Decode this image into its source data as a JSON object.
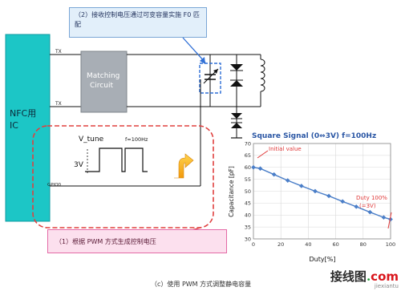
{
  "callouts": {
    "top": "（2）接收控制电压通过可变容量实施 F0 匹配",
    "bottom": "（1）根据 PWM 方式生成控制电压"
  },
  "circuit": {
    "nfc_ic_label_line1": "NFC用",
    "nfc_ic_label_line2": "IC",
    "pins": [
      "TX",
      "TX",
      "GPIO0"
    ],
    "matching_circuit_line1": "Matching",
    "matching_circuit_line2": "Circuit"
  },
  "pwm": {
    "signal_label": "V_tune",
    "frequency_label": "f=100Hz",
    "voltage_label": "3V"
  },
  "chart_data": {
    "type": "line",
    "title": "Square Signal (0⇔3V) f=100Hz",
    "xlabel": "Duty[%]",
    "ylabel": "Capacitance [pF]",
    "x": [
      0,
      5,
      15,
      25,
      35,
      45,
      55,
      65,
      75,
      85,
      95,
      100
    ],
    "y": [
      60,
      59.5,
      57,
      54.5,
      52.2,
      50,
      48,
      45.7,
      43.5,
      41.2,
      39,
      38.2
    ],
    "xlim": [
      0,
      100
    ],
    "ylim": [
      30,
      70
    ],
    "xticks": [
      "0",
      "20",
      "40",
      "60",
      "80",
      "100"
    ],
    "yticks": [
      "30",
      "35",
      "40",
      "45",
      "50",
      "55",
      "60",
      "65",
      "70"
    ],
    "grid": true,
    "annotations": [
      {
        "text": "Initial value"
      },
      {
        "line1": "Duty 100%",
        "line2": "(=3V)"
      }
    ],
    "colors": {
      "series": "#4a7ec8",
      "annotation": "#e03a3a",
      "title": "#2a56a4"
    }
  },
  "caption": "（c）使用 PWM 方式调整静电容量",
  "watermark": {
    "logo_main": "接线图",
    "logo_dot": ".",
    "logo_com": "com",
    "site": "jiexiantu"
  }
}
